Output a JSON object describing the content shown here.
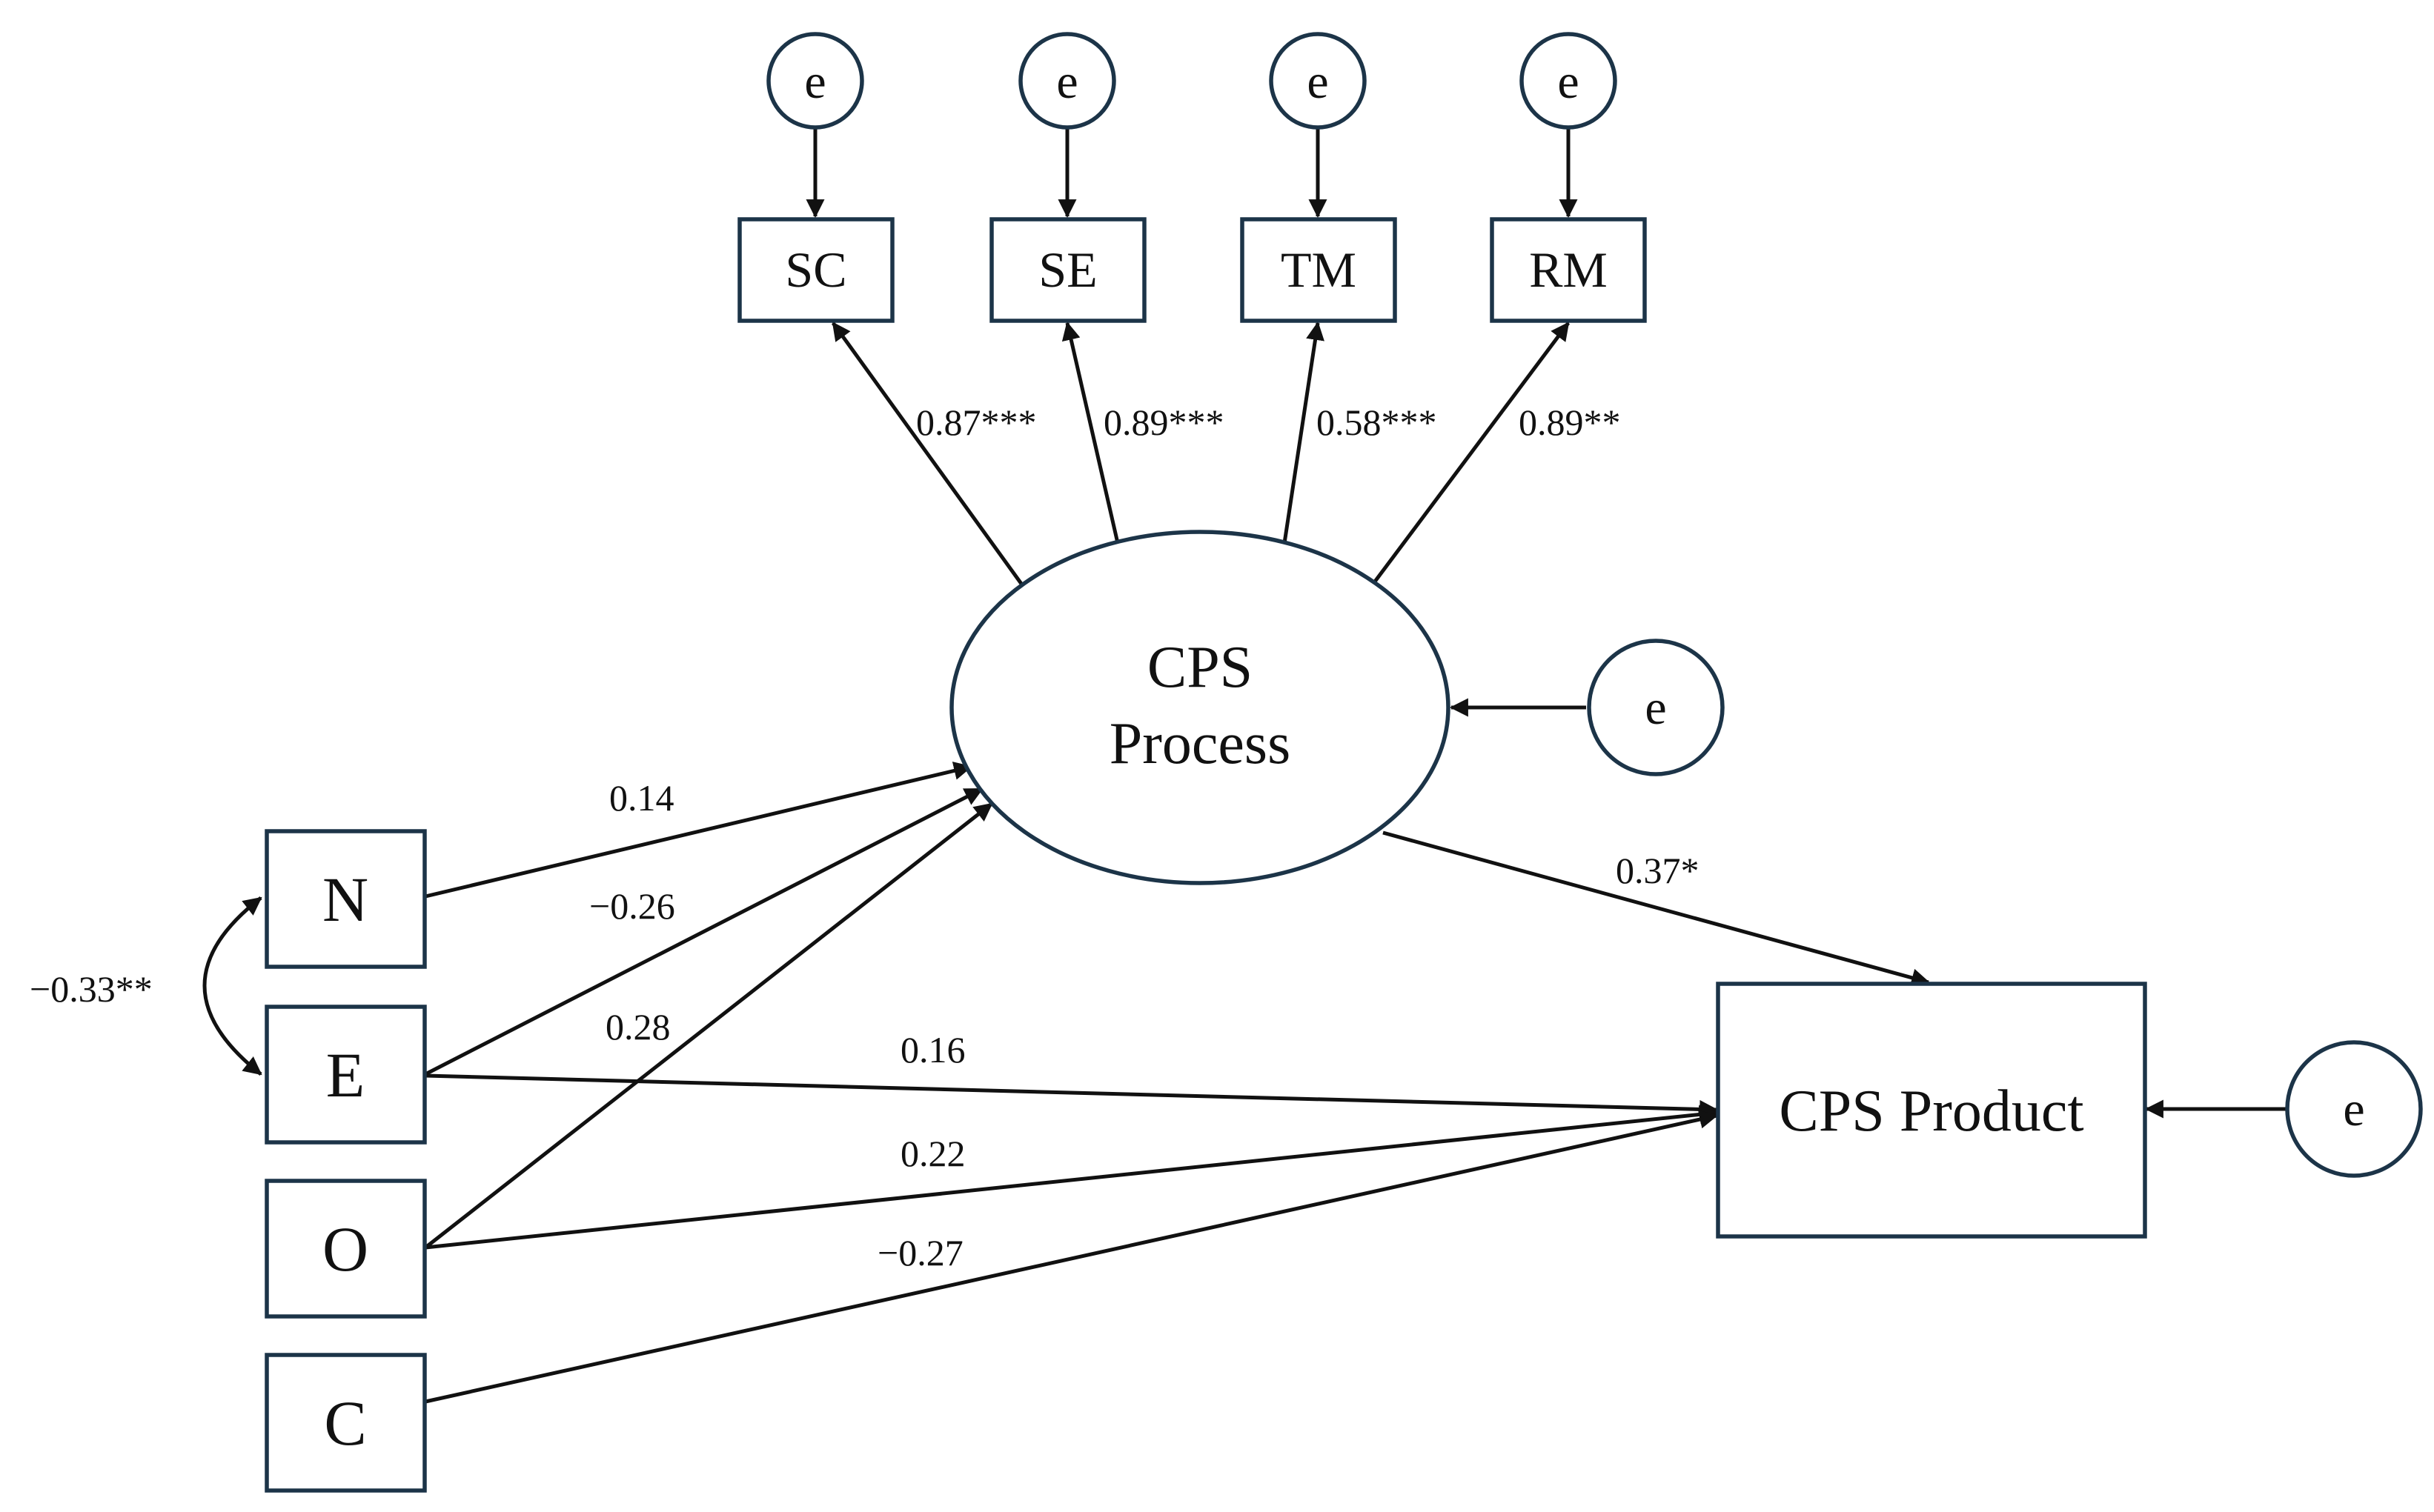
{
  "diagram": {
    "error_label": "e",
    "indicators": {
      "sc": "SC",
      "se": "SE",
      "tm": "TM",
      "rm": "RM"
    },
    "predictors": {
      "n": "N",
      "e": "E",
      "o": "O",
      "c": "C"
    },
    "process": {
      "line1": "CPS",
      "line2": "Process"
    },
    "product": "CPS Product",
    "loadings": {
      "sc": "0.87***",
      "se": "0.89***",
      "tm": "0.58***",
      "rm": "0.89**"
    },
    "paths": {
      "n_process": "0.14",
      "e_process": "−0.26",
      "o_process": "0.28",
      "e_product": "0.16",
      "o_product": "0.22",
      "c_product": "−0.27",
      "process_product": "0.37*"
    },
    "covariance_n_e": "−0.33**"
  }
}
